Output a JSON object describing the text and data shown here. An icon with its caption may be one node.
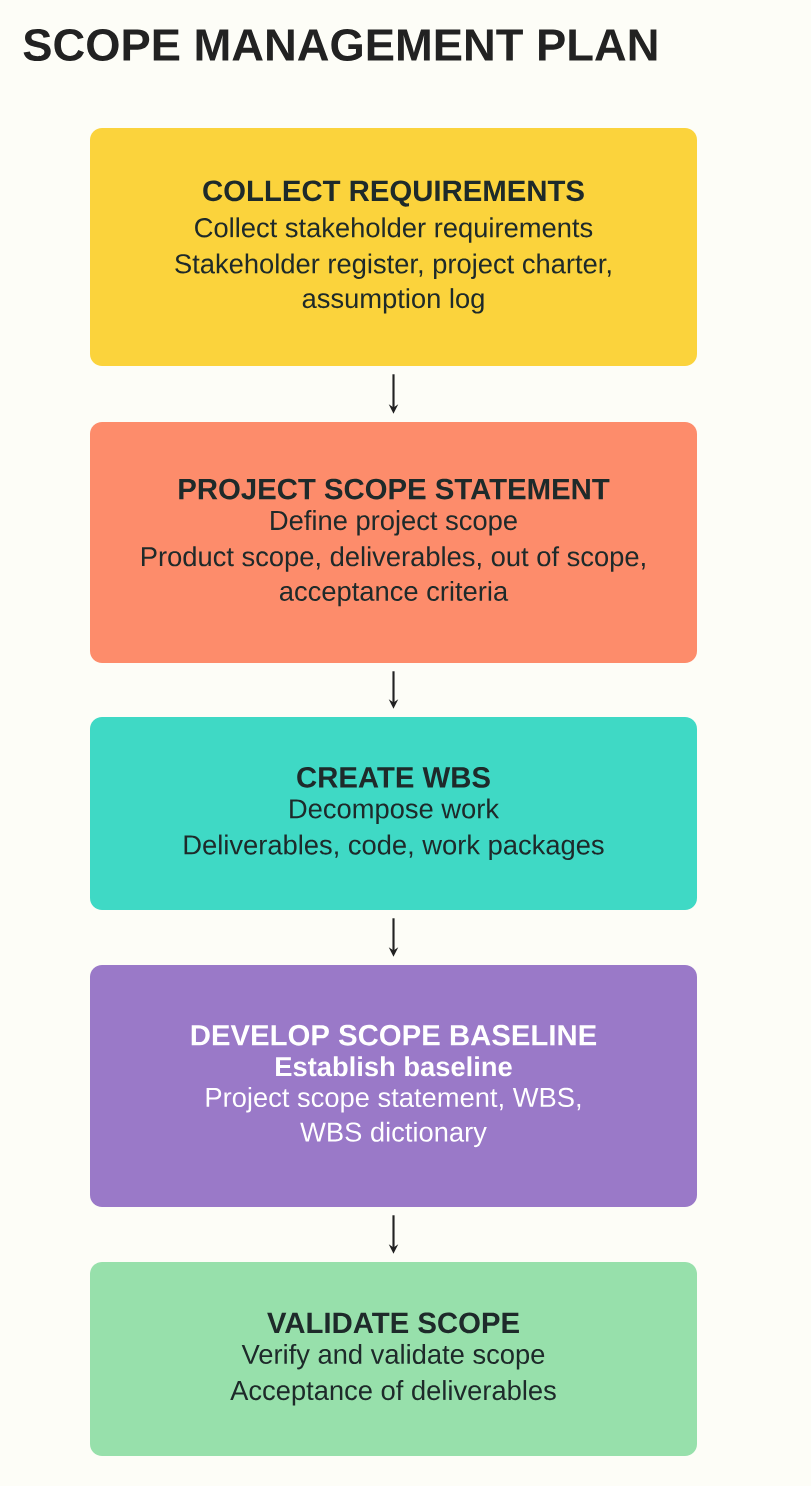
{
  "diagram": {
    "title": "SCOPE MANAGEMENT PLAN",
    "nodes": [
      {
        "text": [
          "COLLECT REQUIREMENTS",
          "Collect stakeholder requirements",
          "Stakeholder register, project charter, assumption log"
        ]
      },
      {
        "text": [
          "PROJECT SCOPE STATEMENT",
          "Define project scope",
          "Product scope, deliverables, out of scope, acceptance criteria"
        ]
      },
      {
        "text": [
          "CREATE WBS",
          "Decompose work",
          "Deliverables, code, work packages"
        ]
      },
      {
        "text": [
          "DEVELOP SCOPE BASELINE",
          "Establish baseline",
          "Project scope statement, WBS, WBS dictionary"
        ]
      },
      {
        "text": [
          "VALIDATE SCOPE",
          "Verify and validate scope",
          "Acceptance of deliverables"
        ]
      }
    ],
    "edges": [
      {
        "from": 0,
        "to": 1,
        "arrow": "to"
      },
      {
        "from": 1,
        "to": 2,
        "arrow": "to"
      },
      {
        "from": 2,
        "to": 3,
        "arrow": "to"
      },
      {
        "from": 3,
        "to": 4,
        "arrow": "to"
      }
    ]
  }
}
